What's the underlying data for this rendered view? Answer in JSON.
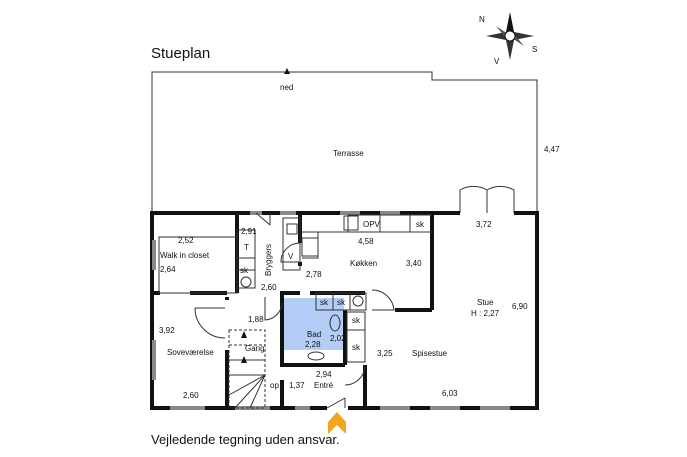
{
  "title": "Stueplan",
  "disclaimer": "Vejledende tegning uden ansvar.",
  "compass": {
    "n": "N",
    "s": "S",
    "v": "V"
  },
  "colors": {
    "bath": "#b3cdf6",
    "entry_arrow": "#f2a41c"
  },
  "terrace": {
    "name": "Terrasse",
    "stairs": "ned",
    "depth": "4,47"
  },
  "rooms": {
    "walk_in": {
      "name": "Walk in closet",
      "w": "2,52",
      "h": "2,64"
    },
    "bedroom": {
      "name": "Soveværelse",
      "w": "2,60",
      "h": "3,92"
    },
    "utility": {
      "name": "Bryggers",
      "w": "2,91",
      "h": "2,60",
      "t": "T",
      "sk": "sk",
      "v": "V"
    },
    "kitchen": {
      "name": "Køkken",
      "w": "4,58",
      "h": "3,40",
      "d": "2,78",
      "opv": "OPV",
      "sk": "sk"
    },
    "hall": {
      "name": "Gang",
      "w": "1,88",
      "op": "op"
    },
    "bath": {
      "name": "Bad",
      "w": "2,28",
      "h": "2,02"
    },
    "entry": {
      "name": "Entré",
      "w": "2,94",
      "h": "1,37"
    },
    "dining": {
      "name": "Spisestue",
      "w": "3,25"
    },
    "living": {
      "name": "Stue",
      "height": "H : 2,27",
      "w": "3,72",
      "h": "6,90",
      "bottom": "6,03"
    },
    "cabinets": [
      "sk",
      "sk",
      "sk",
      "sk"
    ]
  }
}
